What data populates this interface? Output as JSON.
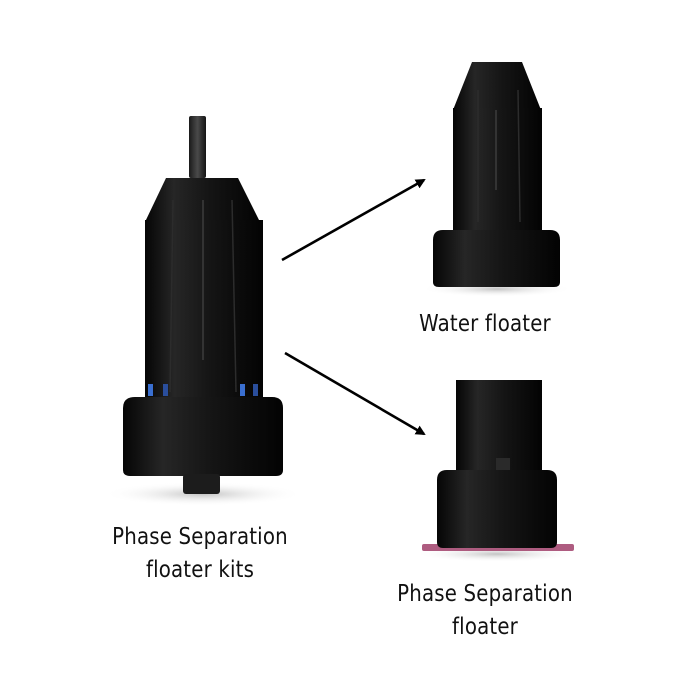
{
  "items": {
    "kit": {
      "line1": "Phase Separation",
      "line2": "floater kits"
    },
    "water": {
      "line1": "Water floater"
    },
    "phase": {
      "line1": "Phase Separation",
      "line2": "floater"
    }
  },
  "colors": {
    "background": "#ffffff",
    "body": "#141414",
    "arrow": "#000000",
    "accent_blue": "#3a6fd0",
    "accent_magenta": "#a0406a"
  }
}
